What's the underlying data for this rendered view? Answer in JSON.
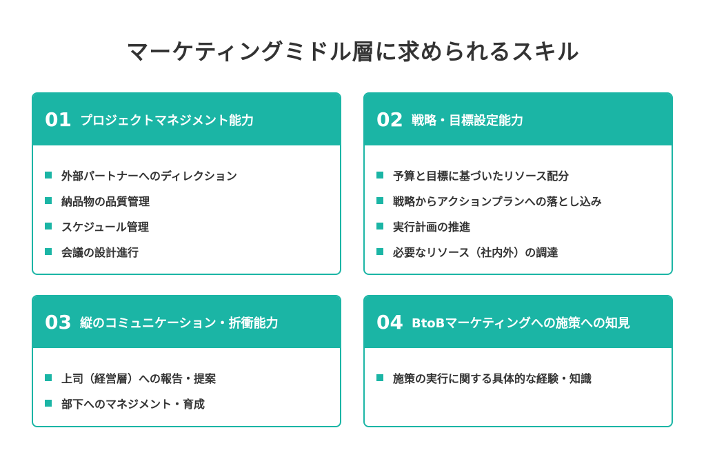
{
  "title": "マーケティングミドル層に求められるスキル",
  "accent_color": "#1bb5a5",
  "cards": [
    {
      "number": "01",
      "heading": "プロジェクトマネジメント能力",
      "items": [
        "外部パートナーへのディレクション",
        "納品物の品質管理",
        "スケジュール管理",
        "会議の設計進行"
      ]
    },
    {
      "number": "02",
      "heading": "戦略・目標設定能力",
      "items": [
        "予算と目標に基づいたリソース配分",
        "戦略からアクションプランへの落とし込み",
        "実行計画の推進",
        "必要なリソース（社内外）の調達"
      ]
    },
    {
      "number": "03",
      "heading": "縦のコミュニケーション・折衝能力",
      "items": [
        "上司（経営層）への報告・提案",
        "部下へのマネジメント・育成"
      ]
    },
    {
      "number": "04",
      "heading": "BtoBマーケティングへの施策への知見",
      "items": [
        "施策の実行に関する具体的な経験・知識"
      ]
    }
  ]
}
